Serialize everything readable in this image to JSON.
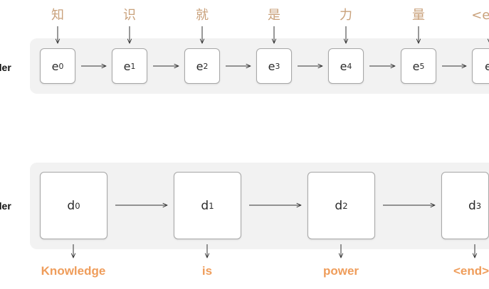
{
  "encoder": {
    "label": "der",
    "input_tokens": [
      "知",
      "识",
      "就",
      "是",
      "力",
      "量",
      "<en"
    ],
    "nodes": [
      {
        "base": "e",
        "sub": "0"
      },
      {
        "base": "e",
        "sub": "1"
      },
      {
        "base": "e",
        "sub": "2"
      },
      {
        "base": "e",
        "sub": "3"
      },
      {
        "base": "e",
        "sub": "4"
      },
      {
        "base": "e",
        "sub": "5"
      },
      {
        "base": "e",
        "sub": ""
      }
    ]
  },
  "decoder": {
    "label": "der",
    "nodes": [
      {
        "base": "d",
        "sub": "0"
      },
      {
        "base": "d",
        "sub": "1"
      },
      {
        "base": "d",
        "sub": "2"
      },
      {
        "base": "d",
        "sub": "3"
      }
    ],
    "output_tokens": [
      "Knowledge",
      "is",
      "power",
      "<end>"
    ]
  }
}
